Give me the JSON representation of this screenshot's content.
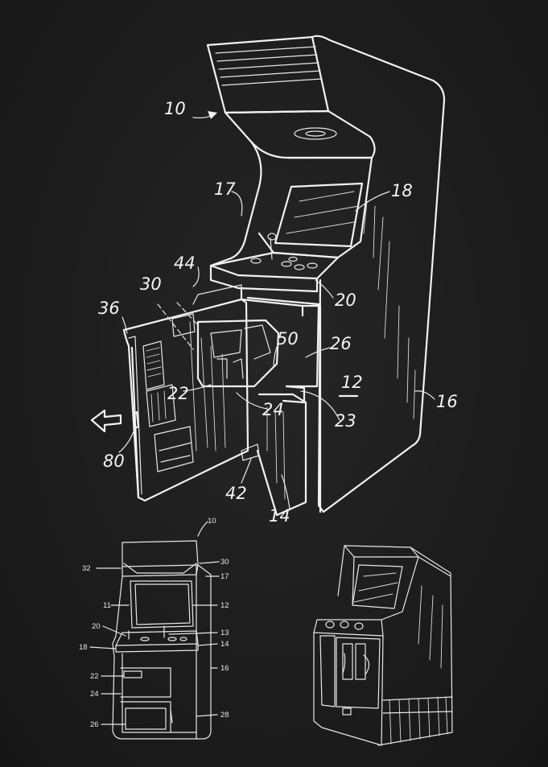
{
  "figure1": {
    "refs": {
      "r10": "10",
      "r17": "17",
      "r18": "18",
      "r44": "44",
      "r30": "30",
      "r20": "20",
      "r36": "36",
      "r50": "50",
      "r26": "26",
      "r12": "12",
      "r16": "16",
      "r22": "22",
      "r24": "24",
      "r23": "23",
      "r80": "80",
      "r42": "42",
      "r14": "14"
    }
  },
  "figure2": {
    "refs": {
      "r10": "10",
      "r32": "32",
      "r30": "30",
      "r17": "17",
      "r11": "11",
      "r12": "12",
      "r20": "20",
      "r13": "13",
      "r18": "18",
      "r14": "14",
      "r16": "16",
      "r22": "22",
      "r24": "24",
      "r28": "28",
      "r26": "26"
    }
  },
  "colors": {
    "background": "#1b1b1b",
    "linework": "#f2f2f2"
  }
}
